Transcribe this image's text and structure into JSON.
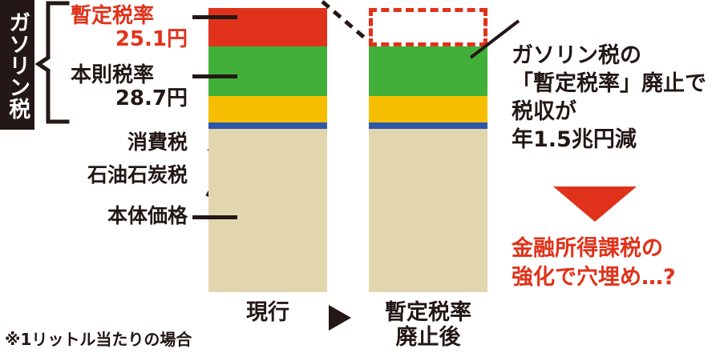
{
  "title_vertical": "ガソリン税",
  "footnote": "※1リットル当たりの場合",
  "labels": {
    "zantei_name": "暫定税率",
    "zantei_amount": "25.1円",
    "honsoku_name": "本則税率",
    "honsoku_amount": "28.7円",
    "shohizei": "消費税",
    "sekiyu_sekitan": "石油石炭税",
    "hontai_kakaku": "本体価格"
  },
  "bottom": {
    "current": "現行",
    "after_line1": "暫定税率",
    "after_line2": "廃止後",
    "arrow_icon": "right-triangle-arrow"
  },
  "right_note": {
    "line1": "ガソリン税の",
    "line2": "「暫定税率」廃止で",
    "line3": "税収が",
    "line4": "年1.5兆円減",
    "arrow_icon": "down-triangle-arrow"
  },
  "right_conclusion": {
    "line1": "金融所得課税の",
    "line2": "強化で穴埋め…?"
  },
  "colors": {
    "zantei": "#E0321A",
    "honsoku": "#41B03A",
    "shohizei": "#F5BE00",
    "sekiyu": "#2D57A8",
    "hontai": "#E2D6AF",
    "ink": "#231815",
    "accent_red": "#E0321A"
  },
  "chart_data": {
    "type": "bar",
    "title": "ガソリン税",
    "subtitle": "※1リットル当たりの場合",
    "categories": [
      "現行",
      "暫定税率廃止後"
    ],
    "stack_order_top_to_bottom": [
      "暫定税率",
      "本則税率",
      "消費税",
      "石油石炭税",
      "本体価格"
    ],
    "series": [
      {
        "name": "暫定税率",
        "values": [
          25.1,
          0
        ],
        "color": "#E0321A",
        "unit": "円"
      },
      {
        "name": "本則税率",
        "values": [
          28.7,
          28.7
        ],
        "color": "#41B03A",
        "unit": "円"
      },
      {
        "name": "消費税",
        "values": [
          null,
          null
        ],
        "color": "#F5BE00",
        "unit": "円"
      },
      {
        "name": "石油石炭税",
        "values": [
          null,
          null
        ],
        "color": "#2D57A8",
        "unit": "円"
      },
      {
        "name": "本体価格",
        "values": [
          null,
          null
        ],
        "color": "#E2D6AF",
        "unit": "円"
      }
    ],
    "annotations": [
      "ガソリン税の「暫定税率」廃止で税収が年1.5兆円減",
      "金融所得課税の強化で穴埋め…?"
    ],
    "grid": false,
    "legend": "inline-labels-left"
  }
}
